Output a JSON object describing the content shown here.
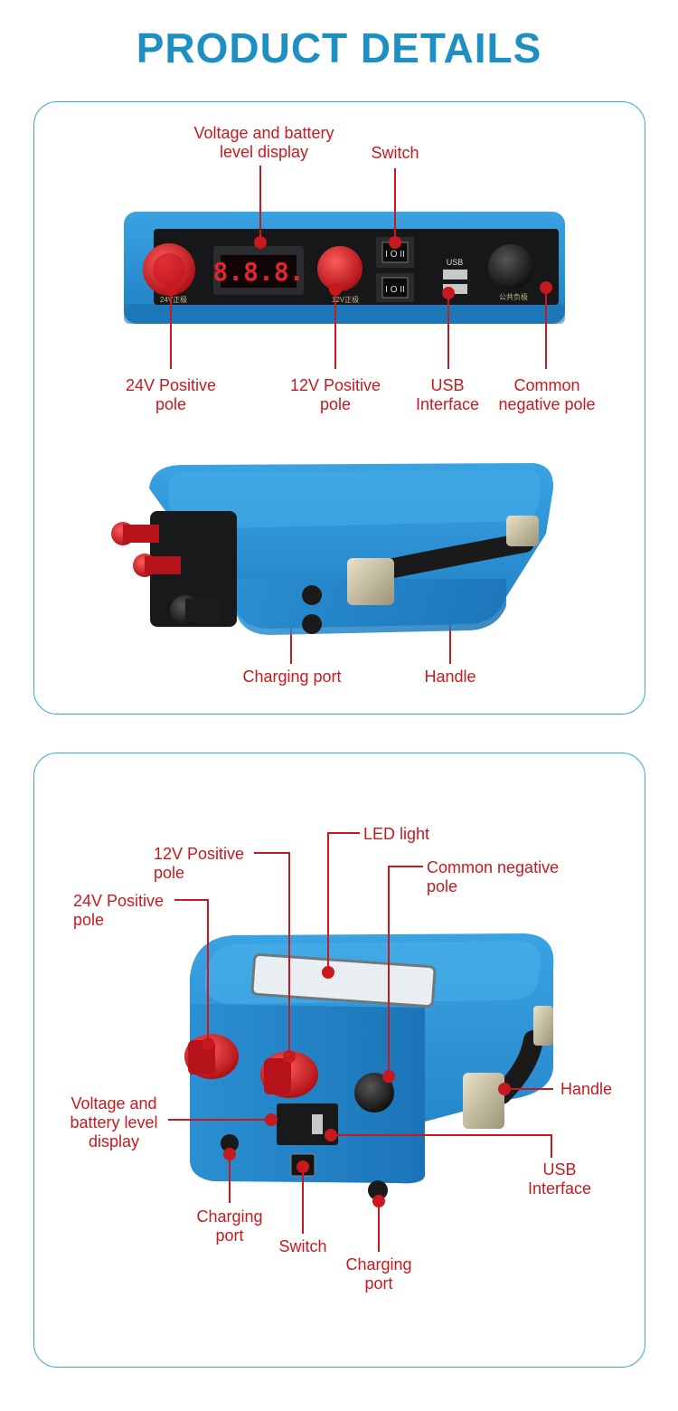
{
  "page": {
    "title": "PRODUCT DETAILS"
  },
  "panel_top": {
    "labels": {
      "voltage_display": "Voltage and battery\nlevel display",
      "switch": "Switch",
      "pos24": "24V Positive\npole",
      "pos12": "12V Positive\npole",
      "usb": "USB\nInterface",
      "common_neg": "Common\nnegative pole",
      "charging_port": "Charging port",
      "handle": "Handle"
    },
    "device_markings": {
      "display_digits": "8.8.8.",
      "usb_mark": "USB",
      "pos24_mark": "24V正极",
      "pos12_mark": "12V正极",
      "common_neg_mark": "公共负极"
    }
  },
  "panel_bottom": {
    "labels": {
      "led_light": "LED light",
      "pos12": "12V Positive\npole",
      "common_neg": "Common negative\npole",
      "pos24": "24V Positive\npole",
      "voltage_display": "Voltage and\nbattery level\ndisplay",
      "handle": "Handle",
      "usb": "USB\nInterface",
      "charging_port_left": "Charging\nport",
      "switch": "Switch",
      "charging_port_right": "Charging\nport"
    }
  },
  "colors": {
    "title": "#1e8fc2",
    "panel_border": "#3aa6d6",
    "label": "#c8191e",
    "device_blue": "#2f97d8",
    "pole_red": "#c8141c"
  }
}
